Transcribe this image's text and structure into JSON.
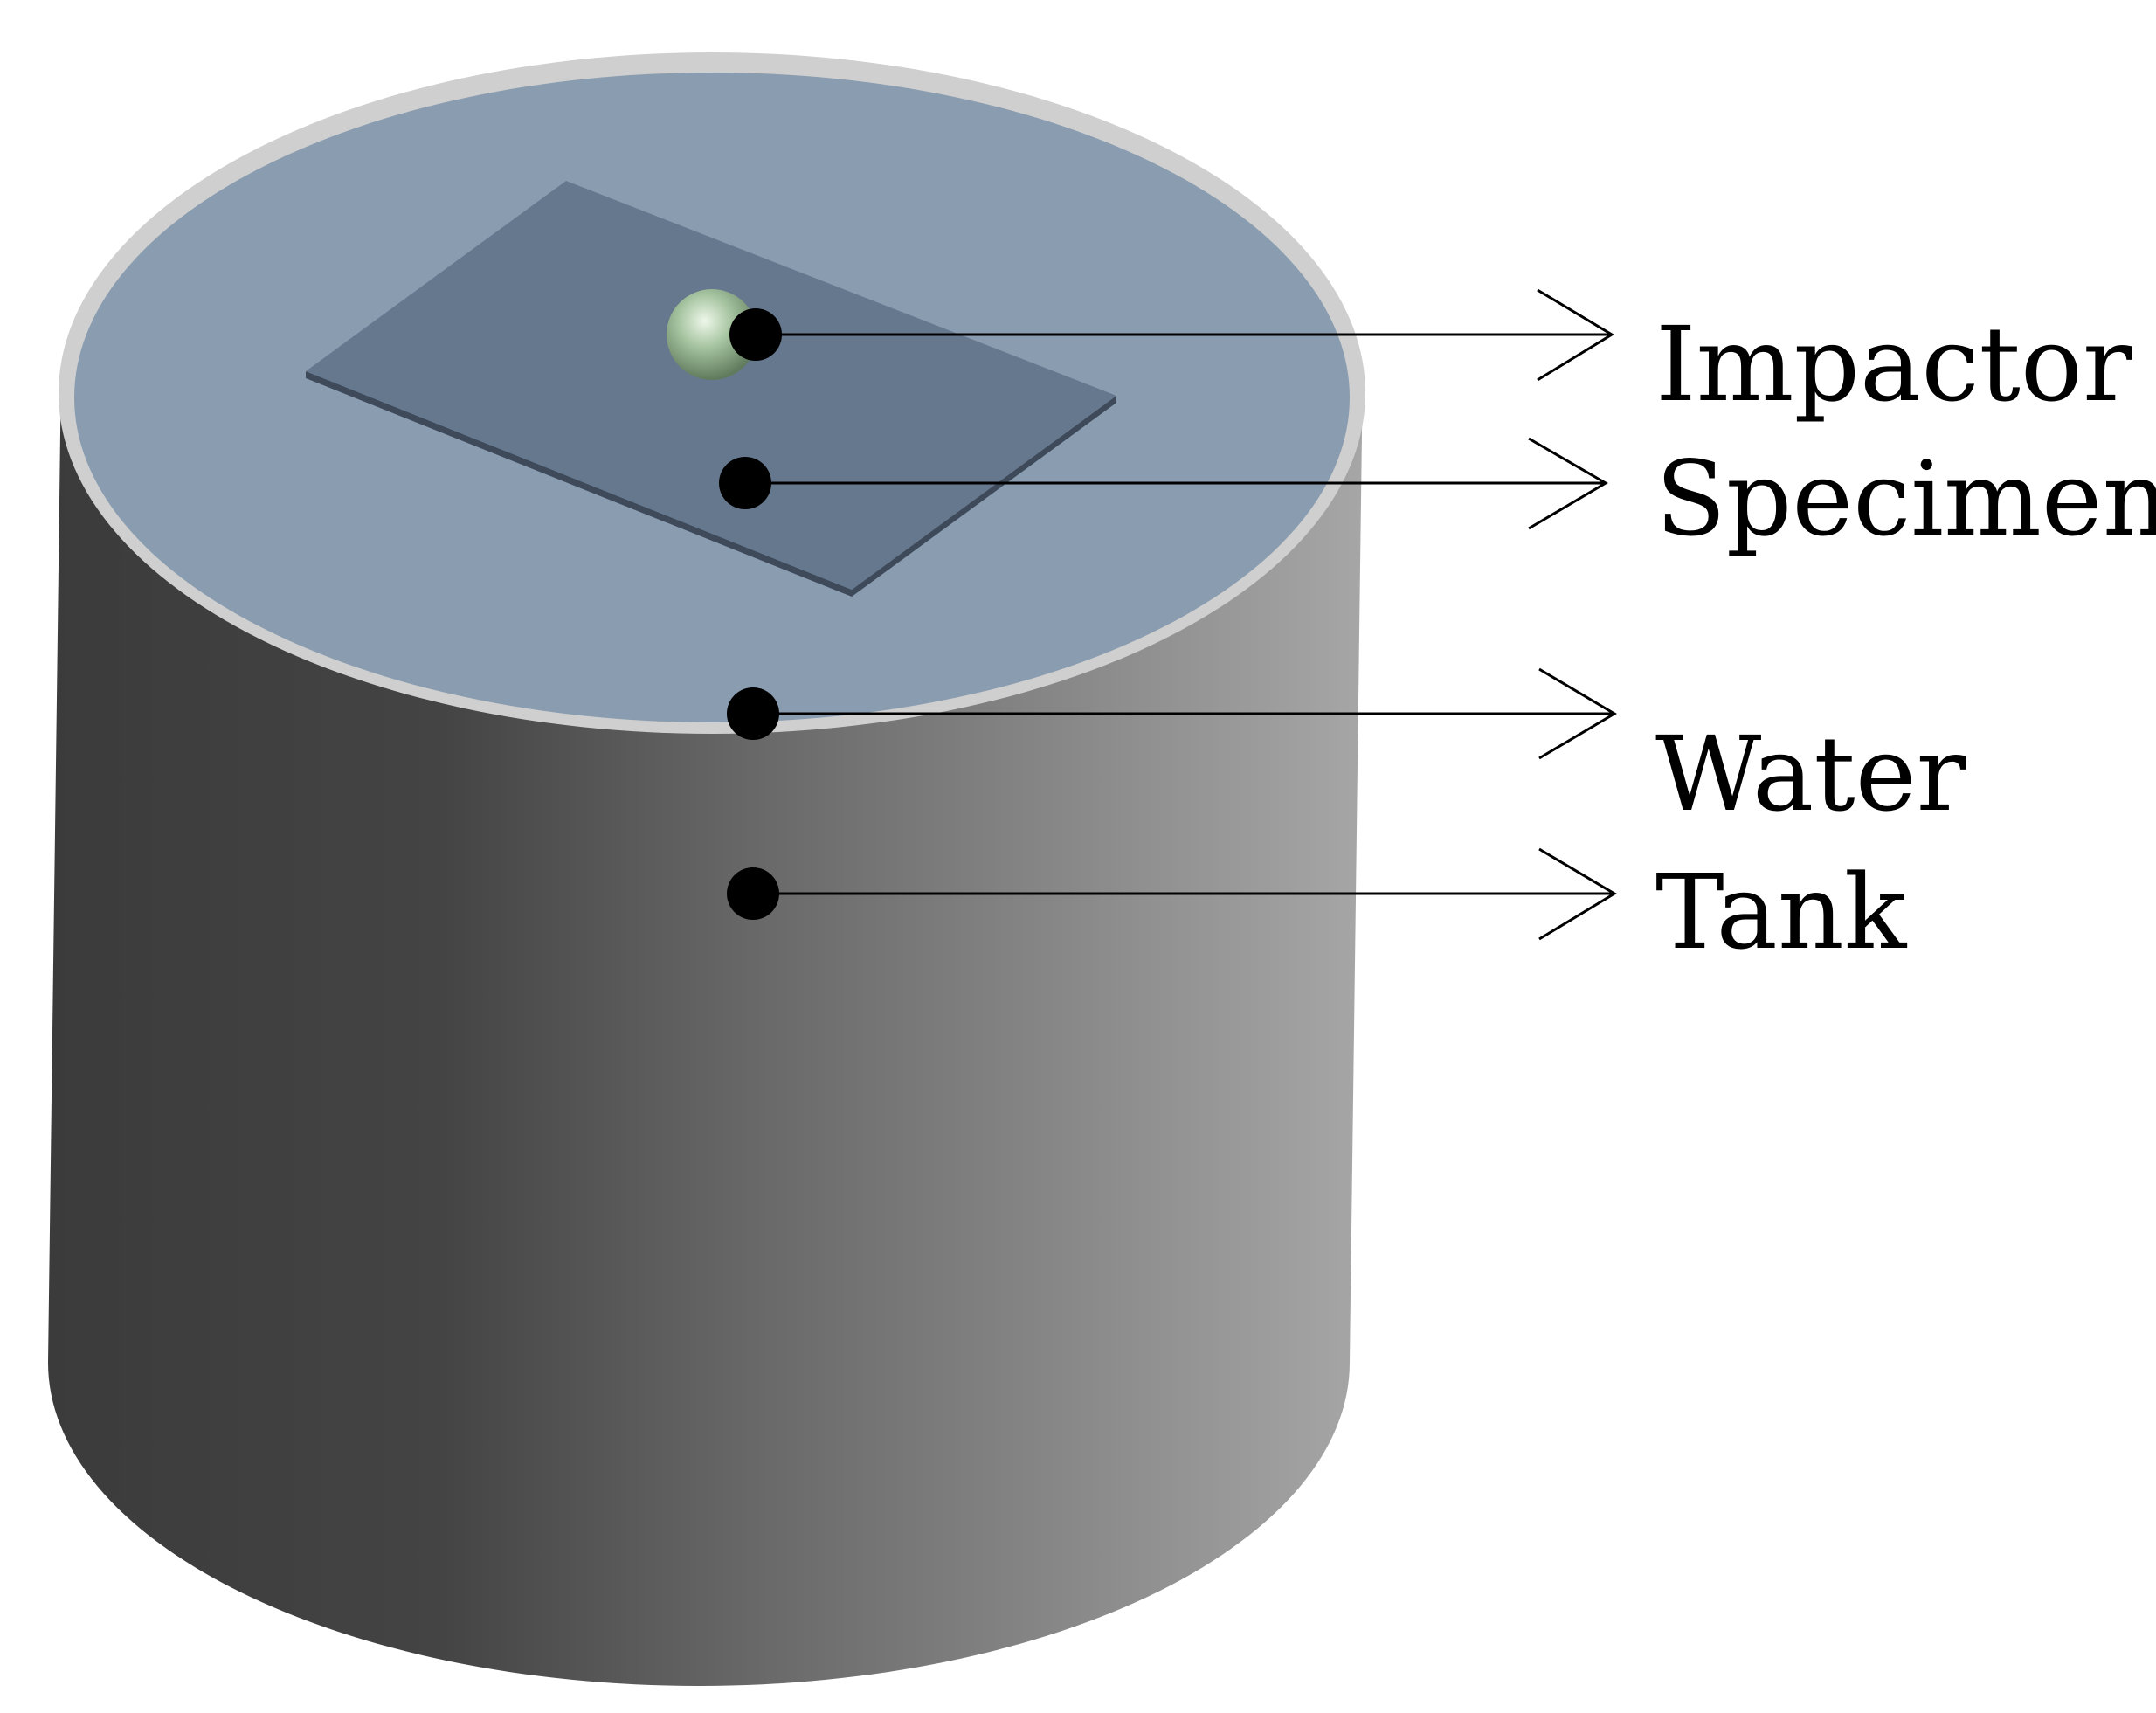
{
  "labels": {
    "impactor": "Impactor",
    "specimen": "Specimen",
    "water": "Water",
    "tank": "Tank"
  },
  "colors": {
    "water_surface": "#8a9db0",
    "specimen_plate": "#66788e",
    "impactor_ball": "#9fc09a",
    "tank_dark": "#3f3f3f",
    "tank_light": "#a4a4a4",
    "rim": "#c8c8c8",
    "leader": "#000000"
  }
}
